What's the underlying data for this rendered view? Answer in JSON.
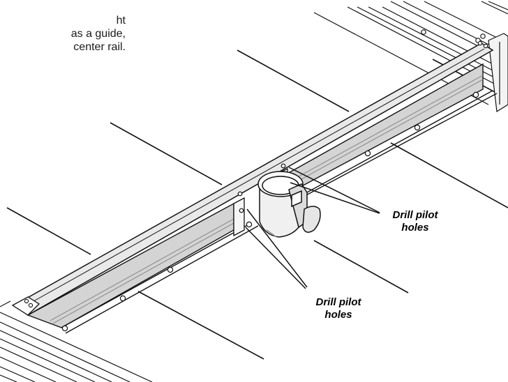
{
  "instructions": {
    "line1": "ht",
    "line2": "as a guide,",
    "line3": "center rail."
  },
  "callouts": [
    {
      "line1": "Drill pilot",
      "line2": "holes"
    },
    {
      "line1": "Drill pilot",
      "line2": "holes"
    }
  ],
  "colors": {
    "line": "#111111",
    "panel_shade": "#d4d4d4",
    "rail_shade": "#e9e9e9",
    "groove": "#8c8c8c",
    "background": "#ffffff"
  }
}
